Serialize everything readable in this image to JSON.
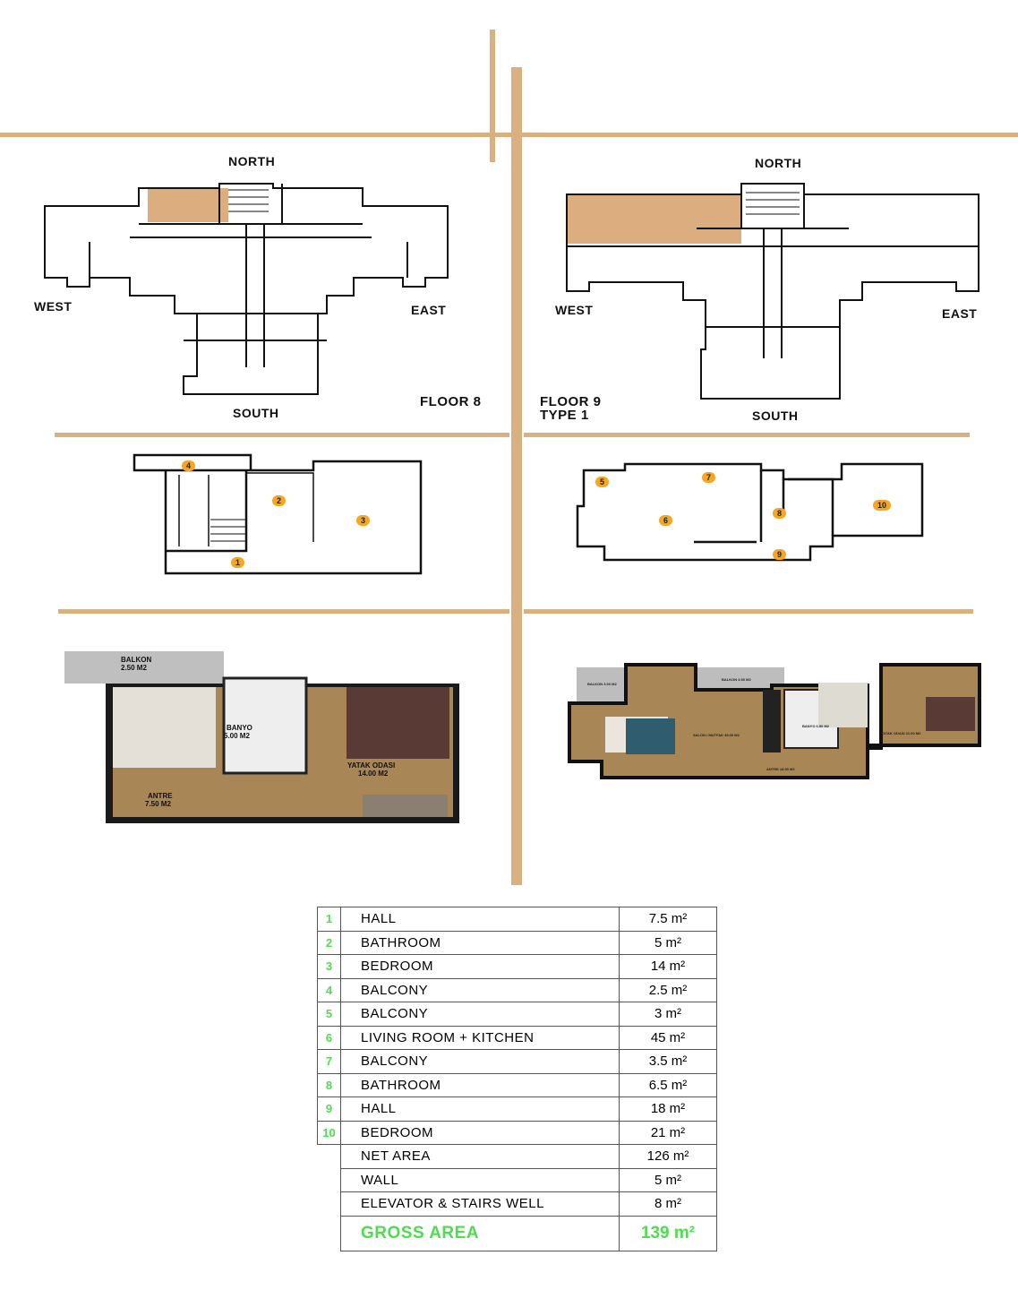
{
  "colors": {
    "accent_lines": "#d9b07f",
    "highlight_unit": "#dcae7f",
    "number_badge": "#f5a623",
    "table_number": "#4fdc4f"
  },
  "floor8": {
    "north": "NORTH",
    "south": "SOUTH",
    "east": "EAST",
    "west": "WEST",
    "label": "FLOOR 8"
  },
  "floor9": {
    "north": "NORTH",
    "south": "SOUTH",
    "east": "EAST",
    "west": "WEST",
    "label_line1": "FLOOR 9",
    "label_line2": "TYPE 1"
  },
  "plan_numbers_left": [
    "1",
    "2",
    "3",
    "4"
  ],
  "plan_numbers_right": [
    "5",
    "6",
    "7",
    "8",
    "9",
    "10"
  ],
  "render_left": {
    "balkon": "BALKON",
    "balkon_area": "2.50 M2",
    "banyo": "BANYO",
    "banyo_area": "5.00 M2",
    "yatak": "YATAK ODASI",
    "yatak_area": "14.00 M2",
    "antre": "ANTRE",
    "antre_area": "7.50 M2"
  },
  "render_right": {
    "balkon1": "BALKON 3.00 M2",
    "balkon2": "BALKON 3.50 M2",
    "salon": "SALON / MUTFAK 45.00 M2",
    "banyo": "BANYO 6.50 M2",
    "yatak": "YATAK ODASI 21.00 M2",
    "antre": "ANTRE 18.00 M2"
  },
  "table": {
    "rows": [
      {
        "n": "1",
        "name": "HALL",
        "area": "7.5 m²"
      },
      {
        "n": "2",
        "name": "BATHROOM",
        "area": "5 m²"
      },
      {
        "n": "3",
        "name": "BEDROOM",
        "area": "14 m²"
      },
      {
        "n": "4",
        "name": "BALCONY",
        "area": "2.5 m²"
      },
      {
        "n": "5",
        "name": "BALCONY",
        "area": "3 m²"
      },
      {
        "n": "6",
        "name": "LIVING ROOM + KITCHEN",
        "area": "45 m²"
      },
      {
        "n": "7",
        "name": "BALCONY",
        "area": "3.5 m²"
      },
      {
        "n": "8",
        "name": "BATHROOM",
        "area": "6.5 m²"
      },
      {
        "n": "9",
        "name": "HALL",
        "area": "18 m²"
      },
      {
        "n": "10",
        "name": "BEDROOM",
        "area": "21 m²"
      }
    ],
    "totals": [
      {
        "name": "NET AREA",
        "area": "126 m²"
      },
      {
        "name": "WALL",
        "area": "5 m²"
      },
      {
        "name": "ELEVATOR & STAIRS WELL",
        "area": "8 m²"
      }
    ],
    "gross": {
      "name": "GROSS AREA",
      "area": "139 m²"
    }
  }
}
